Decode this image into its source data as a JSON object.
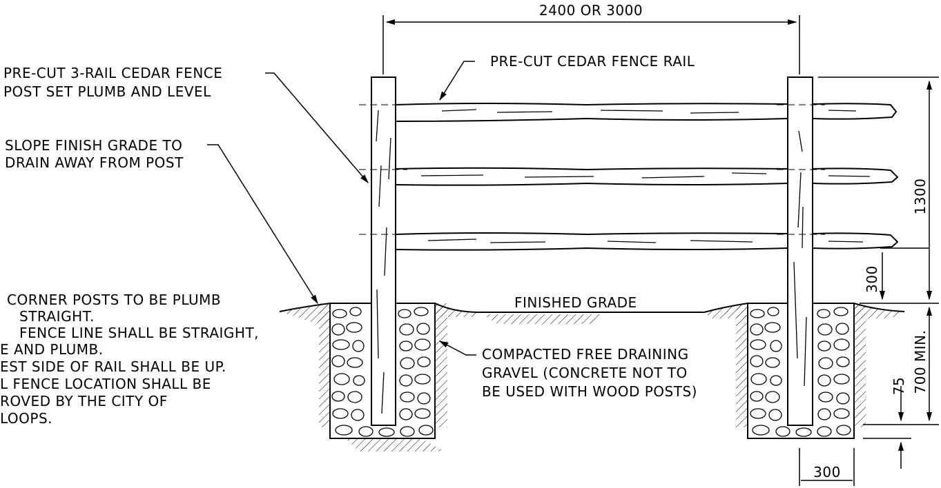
{
  "dimensions": {
    "span": "2400 OR 3000",
    "height_above_grade": "1300",
    "bottom_rail_height": "300",
    "embed_depth": "700 MIN.",
    "gravel_below_post": "75",
    "hole_width": "300"
  },
  "callouts": {
    "post_line1": "PRE-CUT 3-RAIL CEDAR FENCE",
    "post_line2": "POST SET PLUMB AND LEVEL",
    "rail": "PRE-CUT CEDAR FENCE RAIL",
    "slope_line1": "SLOPE FINISH GRADE TO",
    "slope_line2": "DRAIN AWAY FROM POST",
    "finished_grade": "FINISHED GRADE",
    "gravel_line1": "COMPACTED FREE DRAINING",
    "gravel_line2": "GRAVEL (CONCRETE NOT TO",
    "gravel_line3": "BE USED WITH WOOD POSTS)"
  },
  "notes": [
    "CORNER POSTS TO BE PLUMB",
    "STRAIGHT.",
    "FENCE LINE SHALL BE STRAIGHT,",
    "E AND PLUMB.",
    "EST SIDE OF RAIL SHALL BE UP.",
    "L FENCE LOCATION SHALL BE",
    "ROVED BY THE CITY OF",
    "LOOPS."
  ]
}
